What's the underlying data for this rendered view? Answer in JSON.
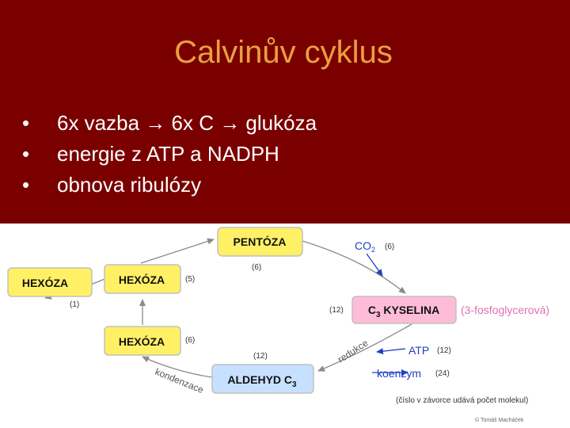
{
  "slide": {
    "title": "Calvinův cyklus",
    "bullet_marker": "•",
    "bullets": [
      "6x vazba → 6x C → glukóza",
      "energie z ATP a NADPH",
      "obnova ribulózy"
    ]
  },
  "diagram": {
    "boxes": {
      "pentoza": "PENTÓZA",
      "hexoza_left": "HEXÓZA",
      "hexoza_top": "HEXÓZA",
      "hexoza_bottom": "HEXÓZA",
      "c3_kyselina_prefix": "C",
      "c3_kyselina_sub": "3",
      "c3_kyselina_suffix": " KYSELINA",
      "aldehyd_prefix": "ALDEHYD C",
      "aldehyd_sub": "3"
    },
    "numbers": {
      "n1": "(1)",
      "n5": "(5)",
      "n6_left": "(6)",
      "n6_top": "(6)",
      "n12_left": "(12)",
      "n12_bottom": "(12)",
      "n6_co2": "(6)",
      "n12_atp": "(12)",
      "n24": "(24)"
    },
    "labels": {
      "co2": "CO",
      "co2_sub": "2",
      "fosfoglycerova": "(3-fosfoglycerová)",
      "redukce": "redukce",
      "atp": "ATP",
      "koenzym": "koenzym",
      "kondenzace": "kondenzace",
      "note": "(číslo v závorce udává počet molekul)",
      "credit": "© Tomáš Macháček"
    },
    "colors": {
      "box_yellow": "#fff066",
      "c3_pink": "#ffbcd8",
      "aldehyd_blue": "#c8e0ff",
      "pink_text": "#e070b0",
      "blue_text": "#2040c0",
      "arrow_gray": "#8a8a8a"
    }
  }
}
